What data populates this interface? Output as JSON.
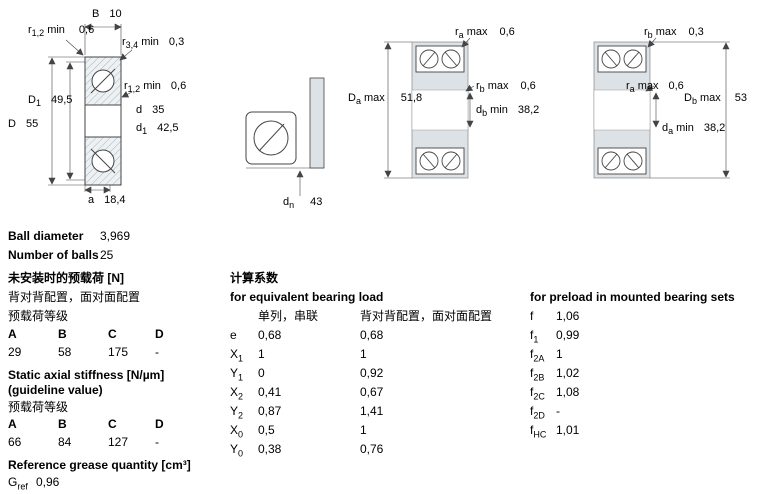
{
  "page": {
    "background": "#ffffff",
    "line_color": "#444444",
    "gray_fill": "#dde2e6",
    "hatch_bg": "#edf1f3",
    "hatch_line": "#a9b6bd"
  },
  "diagram": {
    "cross_section": {
      "B": {
        "base": "B",
        "sub": "",
        "suffix": "",
        "value": "10"
      },
      "r12_top": {
        "base": "r",
        "sub": "1,2",
        "suffix": "min",
        "value": "0,6"
      },
      "r34": {
        "base": "r",
        "sub": "3,4",
        "suffix": "min",
        "value": "0,3"
      },
      "r12_right": {
        "base": "r",
        "sub": "1,2",
        "suffix": "min",
        "value": "0,6"
      },
      "D1": {
        "base": "D",
        "sub": "1",
        "suffix": "",
        "value": "49,5"
      },
      "d": {
        "base": "d",
        "sub": "",
        "suffix": "",
        "value": "35"
      },
      "D": {
        "base": "D",
        "sub": "",
        "suffix": "",
        "value": "55"
      },
      "d1": {
        "base": "d",
        "sub": "1",
        "suffix": "",
        "value": "42,5"
      },
      "a": {
        "base": "a",
        "sub": "",
        "suffix": "",
        "value": "18,4"
      }
    },
    "mounting": {
      "dn": {
        "base": "d",
        "sub": "n",
        "suffix": "",
        "value": "43"
      }
    },
    "set_back_to_back": {
      "ra": {
        "base": "r",
        "sub": "a",
        "suffix": "max",
        "value": "0,6"
      },
      "Da": {
        "base": "D",
        "sub": "a",
        "suffix": "max",
        "value": "51,8"
      },
      "rb": {
        "base": "r",
        "sub": "b",
        "suffix": "max",
        "value": "0,6"
      },
      "db": {
        "base": "d",
        "sub": "b",
        "suffix": "min",
        "value": "38,2"
      }
    },
    "set_face_to_face": {
      "rb": {
        "base": "r",
        "sub": "b",
        "suffix": "max",
        "value": "0,3"
      },
      "ra": {
        "base": "r",
        "sub": "a",
        "suffix": "max",
        "value": "0,6"
      },
      "Db": {
        "base": "D",
        "sub": "b",
        "suffix": "max",
        "value": "53"
      },
      "da": {
        "base": "d",
        "sub": "a",
        "suffix": "min",
        "value": "38,2"
      }
    }
  },
  "specs": {
    "ball_diameter": {
      "label": "Ball diameter",
      "value": "3,969"
    },
    "number_of_balls": {
      "label": "Number of balls",
      "value": "25"
    }
  },
  "preload_unmounted": {
    "title": "未安装时的预载荷 [N]",
    "subtitle": "背对背配置，面对面配置",
    "class_label": "预载荷等级",
    "headers": [
      "A",
      "B",
      "C",
      "D"
    ],
    "values": [
      "29",
      "58",
      "175",
      "-"
    ]
  },
  "stiffness": {
    "title": "Static axial stiffness [N/µm]",
    "subtitle": "(guideline value)",
    "class_label": "预载荷等级",
    "headers": [
      "A",
      "B",
      "C",
      "D"
    ],
    "values": [
      "66",
      "84",
      "127",
      "-"
    ]
  },
  "grease": {
    "title": "Reference grease quantity [cm³]",
    "symbol": {
      "base": "G",
      "sub": "ref"
    },
    "value": "0,96"
  },
  "calc_factors": {
    "title": "计算系数",
    "subtitle": "for equivalent bearing load",
    "col1_header": "单列，串联",
    "col2_header": "背对背配置，面对面配置",
    "rows": [
      {
        "base": "e",
        "sub": "",
        "v1": "0,68",
        "v2": "0,68"
      },
      {
        "base": "X",
        "sub": "1",
        "v1": "1",
        "v2": "1"
      },
      {
        "base": "Y",
        "sub": "1",
        "v1": "0",
        "v2": "0,92"
      },
      {
        "base": "X",
        "sub": "2",
        "v1": "0,41",
        "v2": "0,67"
      },
      {
        "base": "Y",
        "sub": "2",
        "v1": "0,87",
        "v2": "1,41"
      },
      {
        "base": "X",
        "sub": "0",
        "v1": "0,5",
        "v2": "1"
      },
      {
        "base": "Y",
        "sub": "0",
        "v1": "0,38",
        "v2": "0,76"
      }
    ]
  },
  "preload_factors": {
    "title": "for preload in mounted bearing sets",
    "rows": [
      {
        "base": "f",
        "sub": "",
        "value": "1,06"
      },
      {
        "base": "f",
        "sub": "1",
        "value": "0,99"
      },
      {
        "base": "f",
        "sub": "2A",
        "value": "1"
      },
      {
        "base": "f",
        "sub": "2B",
        "value": "1,02"
      },
      {
        "base": "f",
        "sub": "2C",
        "value": "1,08"
      },
      {
        "base": "f",
        "sub": "2D",
        "value": "-"
      },
      {
        "base": "f",
        "sub": "HC",
        "value": "1,01"
      }
    ]
  }
}
